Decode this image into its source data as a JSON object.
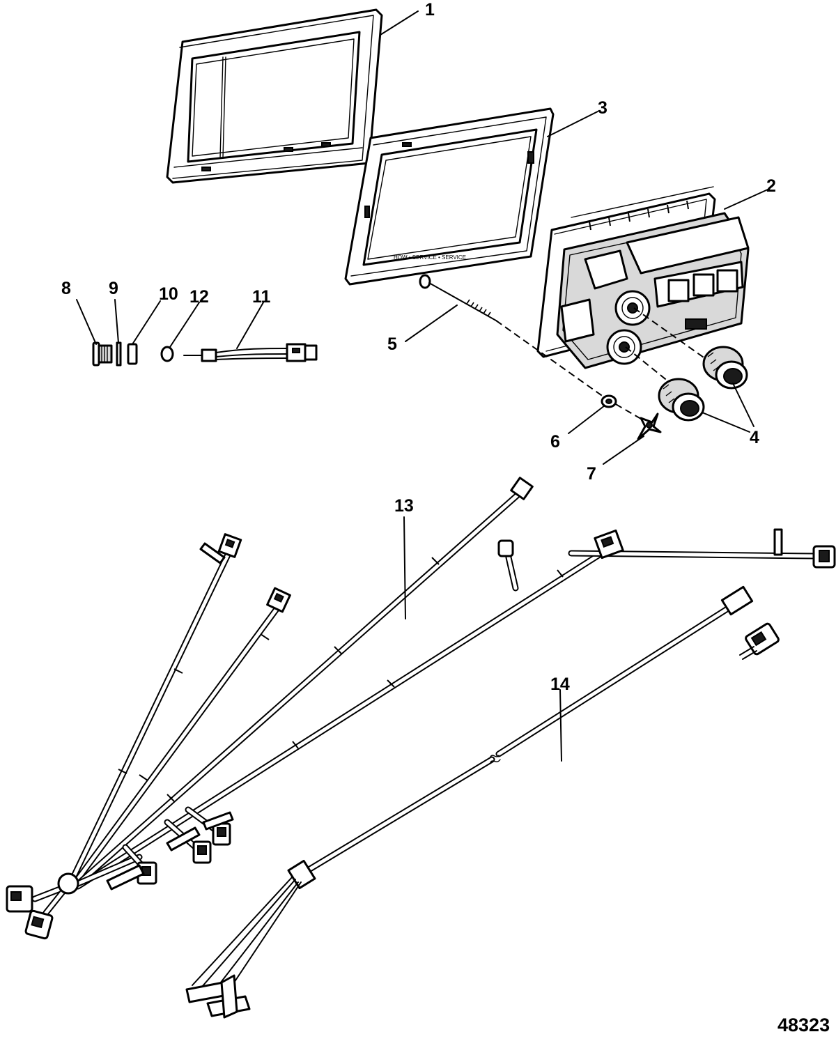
{
  "drawing": {
    "drawing_number": "48323",
    "callouts": [
      {
        "id": "c1",
        "label": "1"
      },
      {
        "id": "c2",
        "label": "2"
      },
      {
        "id": "c3",
        "label": "3"
      },
      {
        "id": "c4",
        "label": "4"
      },
      {
        "id": "c5",
        "label": "5"
      },
      {
        "id": "c6",
        "label": "6"
      },
      {
        "id": "c7",
        "label": "7"
      },
      {
        "id": "c8",
        "label": "8"
      },
      {
        "id": "c9",
        "label": "9"
      },
      {
        "id": "c10",
        "label": "10"
      },
      {
        "id": "c11",
        "label": "11"
      },
      {
        "id": "c12",
        "label": "12"
      },
      {
        "id": "c13",
        "label": "13"
      },
      {
        "id": "c14",
        "label": "14"
      }
    ]
  }
}
